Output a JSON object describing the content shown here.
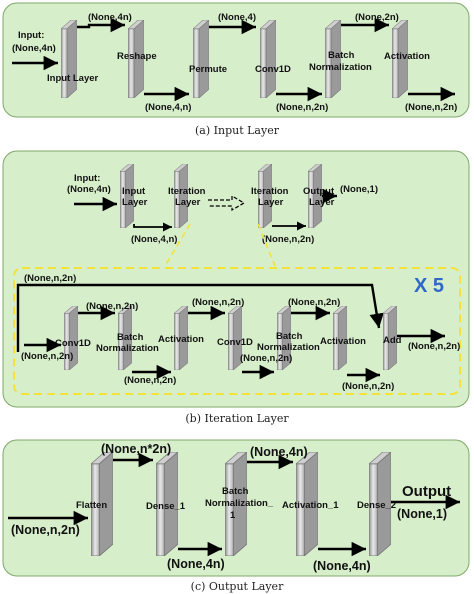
{
  "panel_a": {
    "caption": "(a)  Input Layer",
    "input_label": "Input:",
    "input_shape": "(None,4n)",
    "layers": [
      "Input Layer",
      "Reshape",
      "Permute",
      "Conv1D",
      "Batch Normalization",
      "Activation"
    ],
    "top_shapes": [
      "(None,4n)",
      "(None,4)",
      "(None,2n)"
    ],
    "bottom_shapes": [
      "(None,4,n)",
      "(None,n,2n)",
      "(None,n,2n)"
    ]
  },
  "panel_b": {
    "caption": "(b)  Iteration Layer",
    "input_label": "Input:",
    "input_shape": "(None,4n)",
    "top_layers": [
      "Input Layer",
      "Iteration Layer",
      "Iteration Layer",
      "Output Layer"
    ],
    "top_shape_mid": "(None,4,n)",
    "top_shape_right": "(None,n,2n)",
    "output_shape": "(None,1)",
    "repeat_label": "X 5",
    "skip_shape": "(None,n,2n)",
    "inner_layers": [
      "Conv1D",
      "Batch Normalization",
      "Activation",
      "Conv1D",
      "Batch Normalization",
      "Activation",
      "Add"
    ],
    "inner_top_shapes": [
      "(None,n,2n)",
      "(None,n,2n)",
      "(None,n,2n)"
    ],
    "inner_bottom_shapes": [
      "(None,n,2n)",
      "(None,n,2n)",
      "(None,n,2n)",
      "(None,n,2n)"
    ],
    "inner_output_shape": "(None,n,2n)"
  },
  "panel_c": {
    "caption": "(c)  Output Layer",
    "input_shape": "(None,n,2n)",
    "layers": [
      "Flatten",
      "Dense_1",
      "Batch Normalization_ 1",
      "Activation_1",
      "Dense_2"
    ],
    "top_shapes": [
      "(None,n*2n)",
      "(None,4n)"
    ],
    "bottom_shapes": [
      "(None,4n)",
      "(None,4n)"
    ],
    "output_title": "Output",
    "output_shape": "(None,1)"
  }
}
